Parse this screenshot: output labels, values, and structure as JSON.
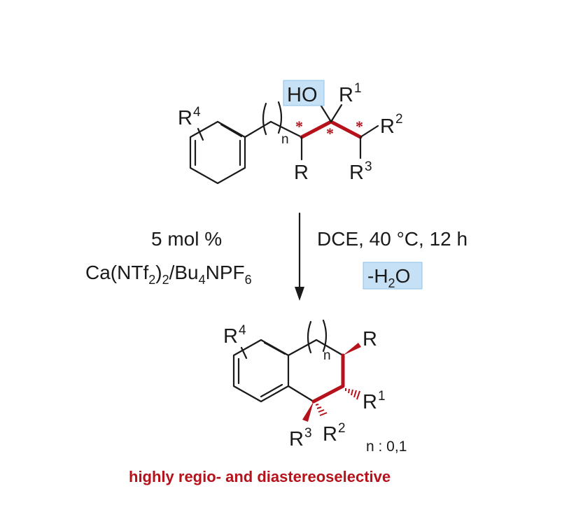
{
  "reactant": {
    "r4": "R",
    "r4_sup": "4",
    "ring_repeat_n": "n",
    "ho": "HO",
    "r1": "R",
    "r1_sup": "1",
    "r2": "R",
    "r2_sup": "2",
    "r3": "R",
    "r3_sup": "3",
    "r": "R",
    "stereo_mark": "*"
  },
  "conditions": {
    "left_line1": "5 mol %",
    "left_line2_a": "Ca(NTf",
    "left_line2_sub1": "2",
    "left_line2_b": ")",
    "left_line2_sub2": "2",
    "left_line2_c": "/Bu",
    "left_line2_sub3": "4",
    "left_line2_d": "NPF",
    "left_line2_sub4": "6",
    "right_line1": "DCE, 40 °C, 12 h",
    "right_line2_a": "-H",
    "right_line2_sub": "2",
    "right_line2_b": "O"
  },
  "product": {
    "r4": "R",
    "r4_sup": "4",
    "ring_repeat_n": "n",
    "r": "R",
    "r1": "R",
    "r1_sup": "1",
    "r2": "R",
    "r2_sup": "2",
    "r3": "R",
    "r3_sup": "3",
    "n_note": "n : 0,1"
  },
  "footer": "highly regio- and diastereoselective",
  "colors": {
    "accent_red": "#b5121b",
    "highlight_blue": "#c6e1f5",
    "ink": "#1a1a1a"
  }
}
